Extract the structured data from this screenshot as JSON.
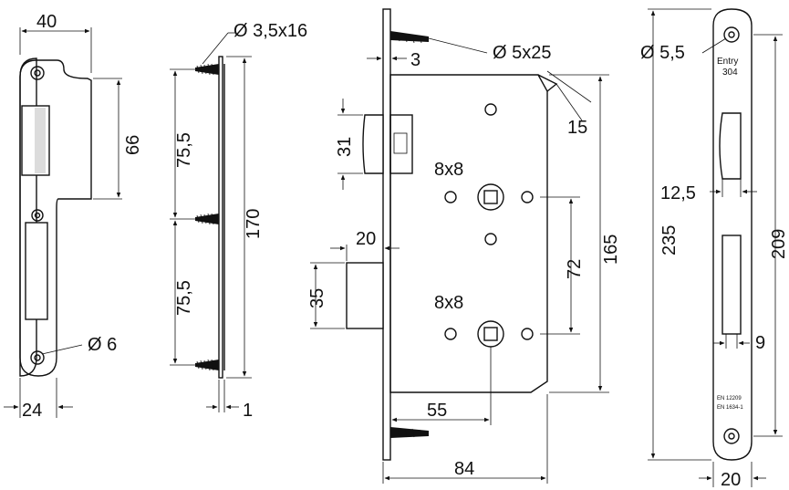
{
  "strike_plate": {
    "width": "40",
    "height": "66",
    "hole_dia": "Ø 6",
    "bottom_width": "24"
  },
  "side_profile": {
    "screw": "Ø 3,5x16",
    "spacing_top": "75,5",
    "spacing_bottom": "75,5",
    "length": "170",
    "thickness": "1"
  },
  "lock_body": {
    "faceplate_thickness": "3",
    "screw": "Ø 5x25",
    "angle": "15",
    "latch_height": "31",
    "spindle_top": "8x8",
    "spindle_bottom": "8x8",
    "bolt_projection": "20",
    "bolt_height": "35",
    "center_distance": "72",
    "body_height": "165",
    "backset": "55",
    "body_depth": "84"
  },
  "faceplate": {
    "hole_dia": "Ø 5,5",
    "brand_line1": "Entry",
    "brand_line2": "304",
    "latch_width": "12,5",
    "length": "235",
    "hole_spacing": "209",
    "bolt_width": "9",
    "width": "20",
    "standard1": "EN 12209",
    "standard2": "EN 1634-1"
  }
}
